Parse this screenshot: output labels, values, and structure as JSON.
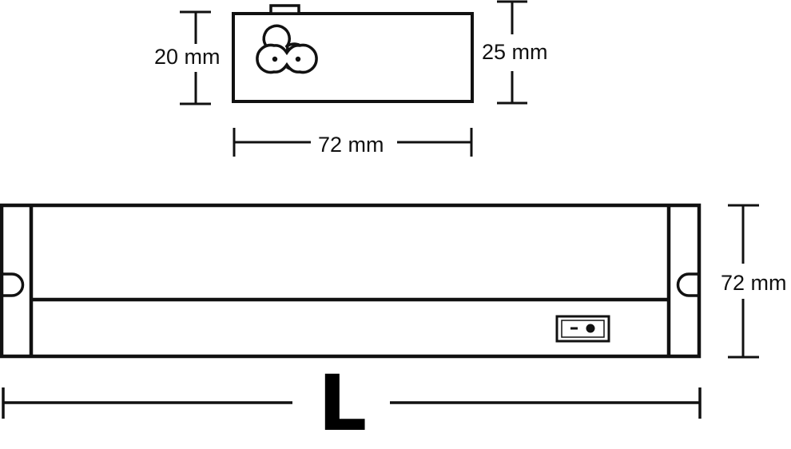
{
  "colors": {
    "stroke": "#111111",
    "background": "#ffffff"
  },
  "top_view": {
    "height_left_label": "20 mm",
    "height_right_label": "25 mm",
    "width_label": "72 mm",
    "connector_icon": "iec-c7-figure-eight-socket-icon"
  },
  "front_view": {
    "height_label": "72 mm",
    "length_label": "L",
    "switch_icon": "rocker-switch-icon"
  }
}
